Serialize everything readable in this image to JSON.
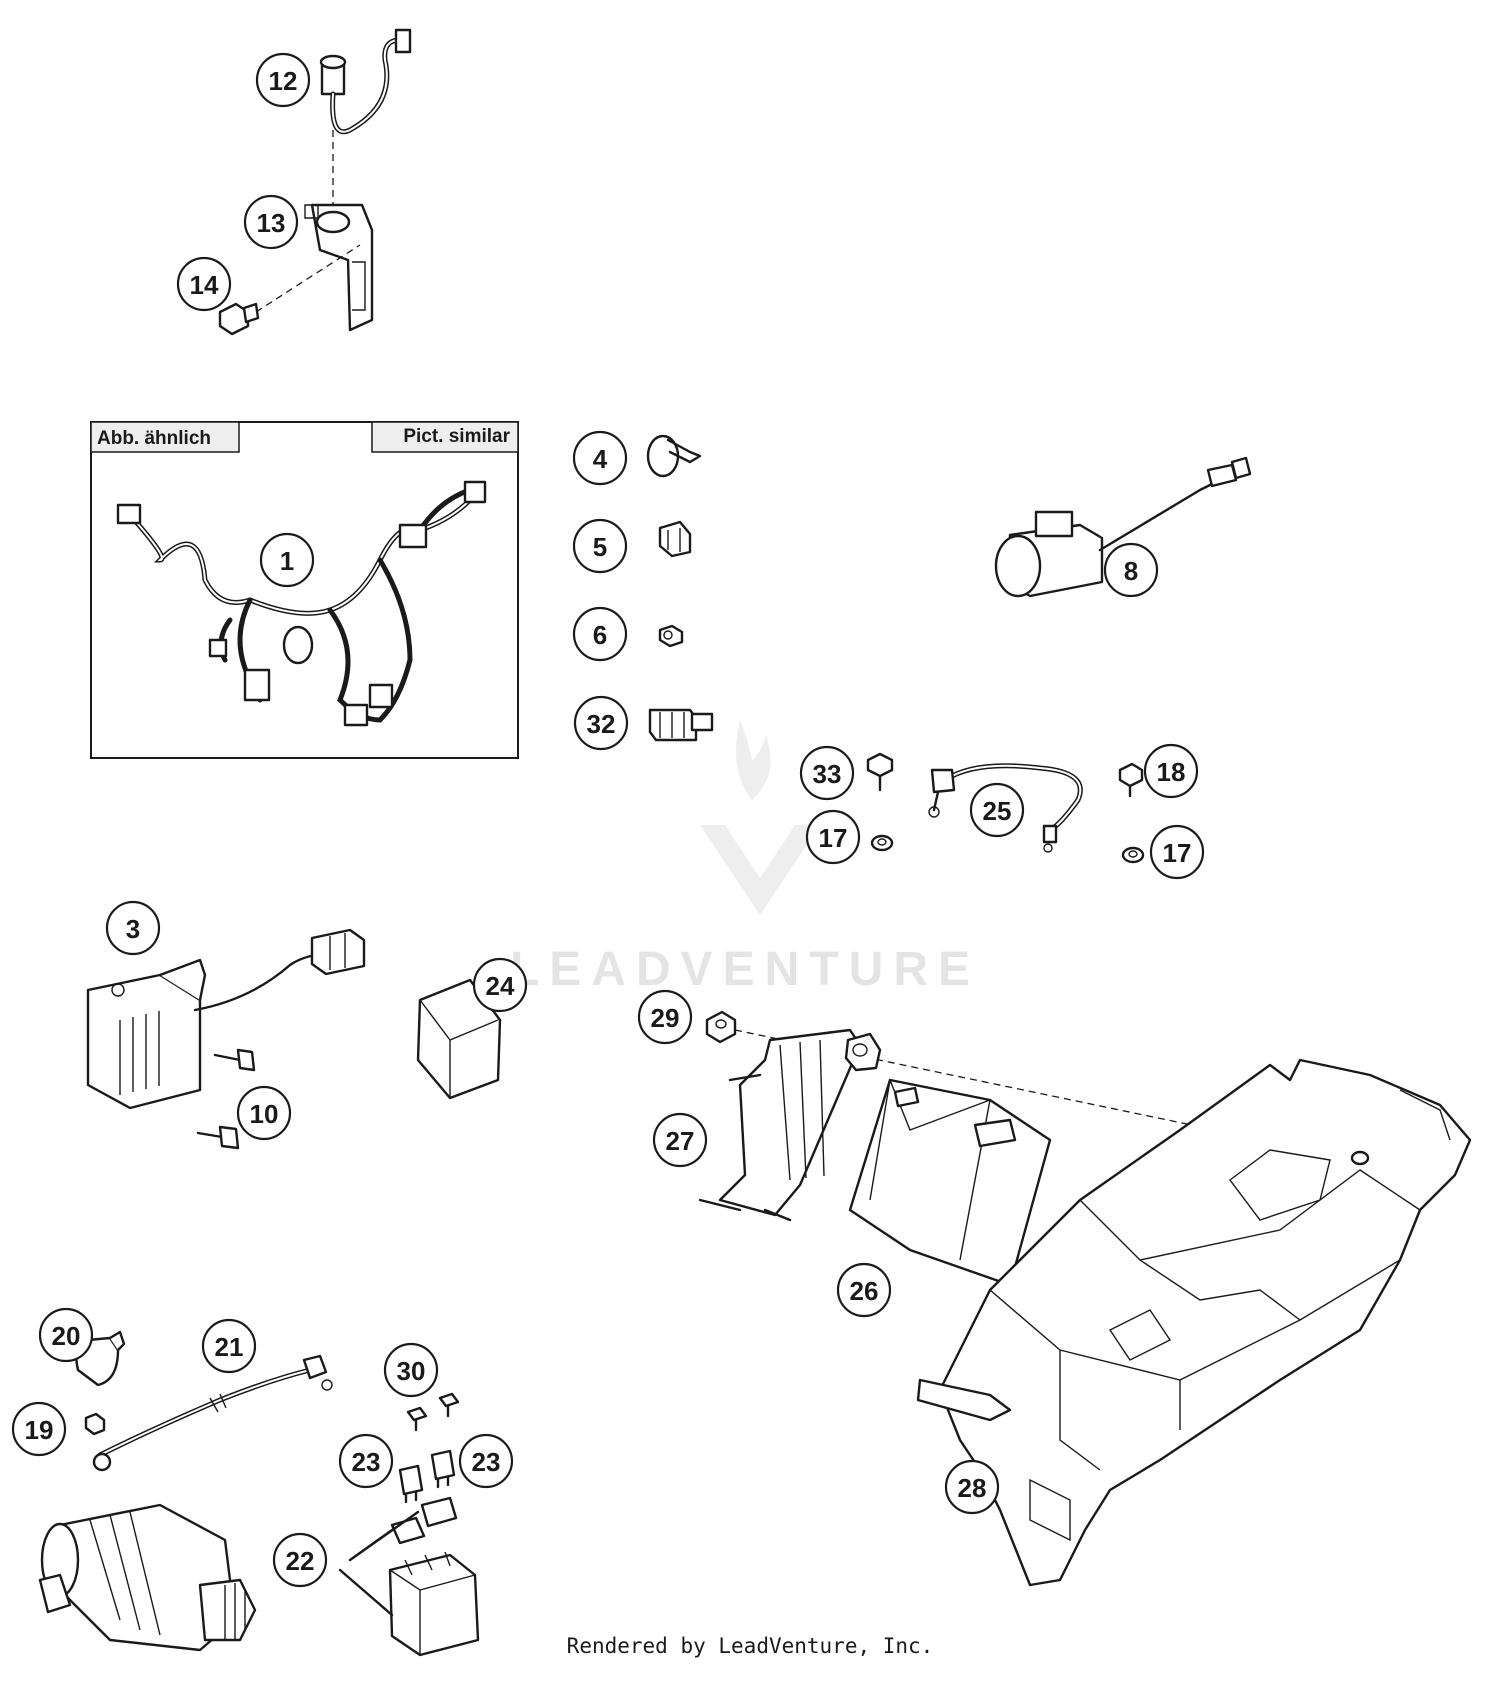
{
  "figure": {
    "inset": {
      "label_left": "Abb. ähnlich",
      "label_right": "Pict. similar"
    },
    "callouts": [
      "12",
      "13",
      "14",
      "1",
      "4",
      "5",
      "6",
      "32",
      "8",
      "33",
      "17",
      "25",
      "18",
      "17",
      "3",
      "24",
      "10",
      "29",
      "27",
      "26",
      "28",
      "20",
      "21",
      "19",
      "30",
      "23",
      "23",
      "22"
    ],
    "watermark": "LEADVENTURE",
    "credit": "Rendered by LeadVenture, Inc."
  }
}
